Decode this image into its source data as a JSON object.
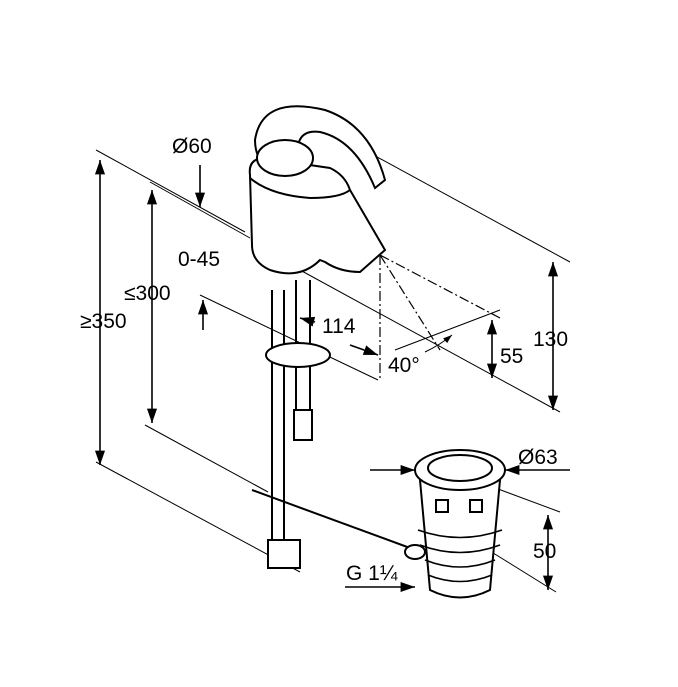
{
  "drawing": {
    "labels": {
      "body_diameter": "Ø60",
      "lever_range": "0-45",
      "max_hose_height": "≤300",
      "min_total_height": "≥350",
      "spout_reach": "114",
      "lever_angle": "40°",
      "spout_height": "55",
      "total_height": "130",
      "drain_diameter": "Ø63",
      "drain_height": "50",
      "thread": "G 1¼"
    },
    "colors": {
      "line": "#000000",
      "background": "#ffffff"
    }
  }
}
